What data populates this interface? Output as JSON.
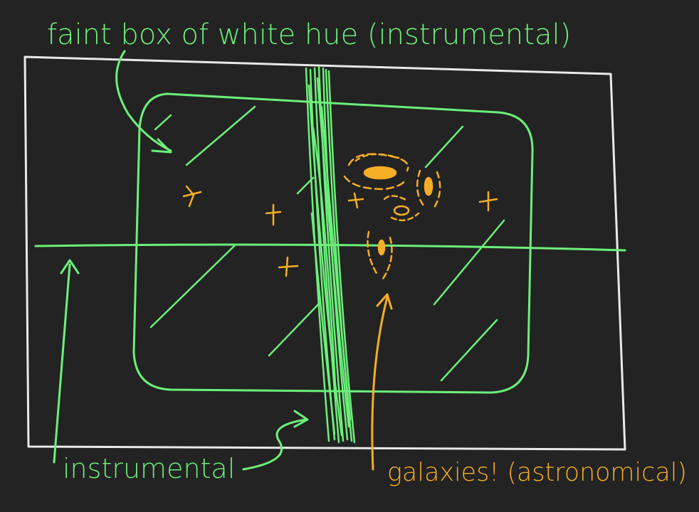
{
  "annotations": {
    "top_label": "faint box of white hue (instrumental)",
    "bottom_left_label": "instrumental",
    "bottom_right_label": "galaxies! (astronomical)"
  },
  "colors": {
    "background": "#232323",
    "frame": "#e9e9e9",
    "instrumental": "#6cf07a",
    "astronomical": "#f6ad28"
  },
  "icons": [
    "sparkle-star-icon",
    "spiral-galaxy-icon",
    "arrow-icon"
  ]
}
